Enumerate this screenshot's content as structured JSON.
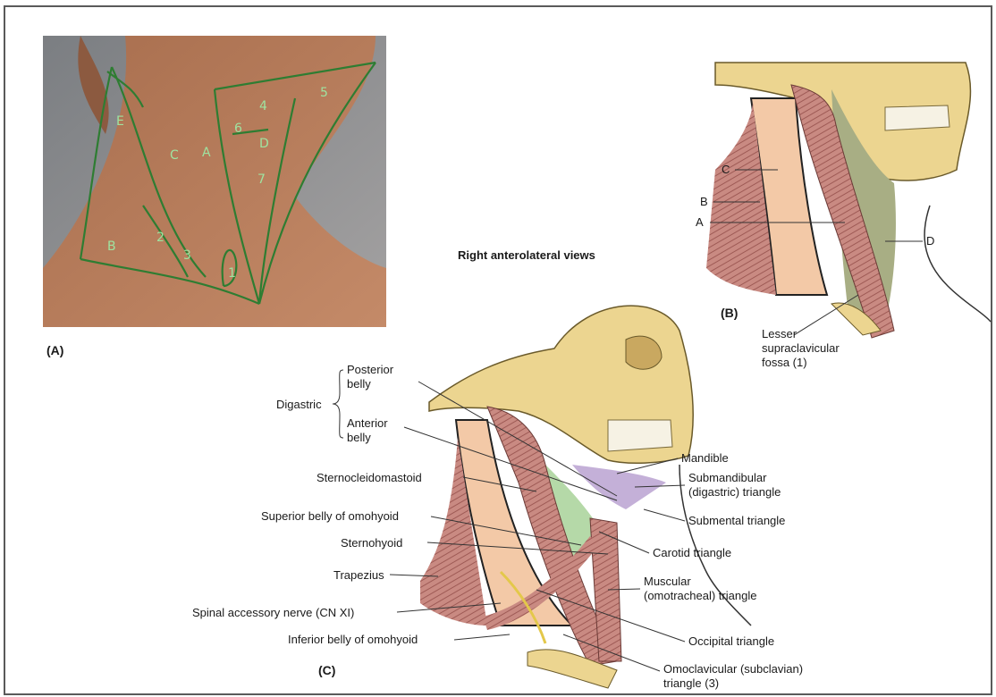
{
  "heading": "Right anterolateral views",
  "panels": {
    "a": "(A)",
    "b": "(B)",
    "c": "(C)"
  },
  "photo_labels": [
    "E",
    "C",
    "A",
    "6",
    "4",
    "5",
    "D",
    "7",
    "B",
    "2",
    "3",
    "1"
  ],
  "panel_b_labels": {
    "c": "C",
    "b": "B",
    "a": "A",
    "d": "D",
    "lesser": "Lesser\nsupraclavicular\nfossa (1)"
  },
  "panel_c_labels": {
    "posterior_belly": "Posterior\nbelly",
    "digastric": "Digastric",
    "anterior_belly": "Anterior\nbelly",
    "sternocleidomastoid": "Sternocleidomastoid",
    "superior_omohyoid": "Superior belly of omohyoid",
    "sternohyoid": "Sternohyoid",
    "trapezius": "Trapezius",
    "spinal_accessory": "Spinal accessory nerve (CN XI)",
    "inferior_omohyoid": "Inferior belly of omohyoid",
    "mandible": "Mandible",
    "submandibular": "Submandibular\n(digastric) triangle",
    "submental": "Submental triangle",
    "carotid": "Carotid triangle",
    "muscular": "Muscular\n(omotracheal) triangle",
    "occipital": "Occipital triangle",
    "omoclavicular": "Omoclavicular (subclavian)\ntriangle (3)"
  }
}
